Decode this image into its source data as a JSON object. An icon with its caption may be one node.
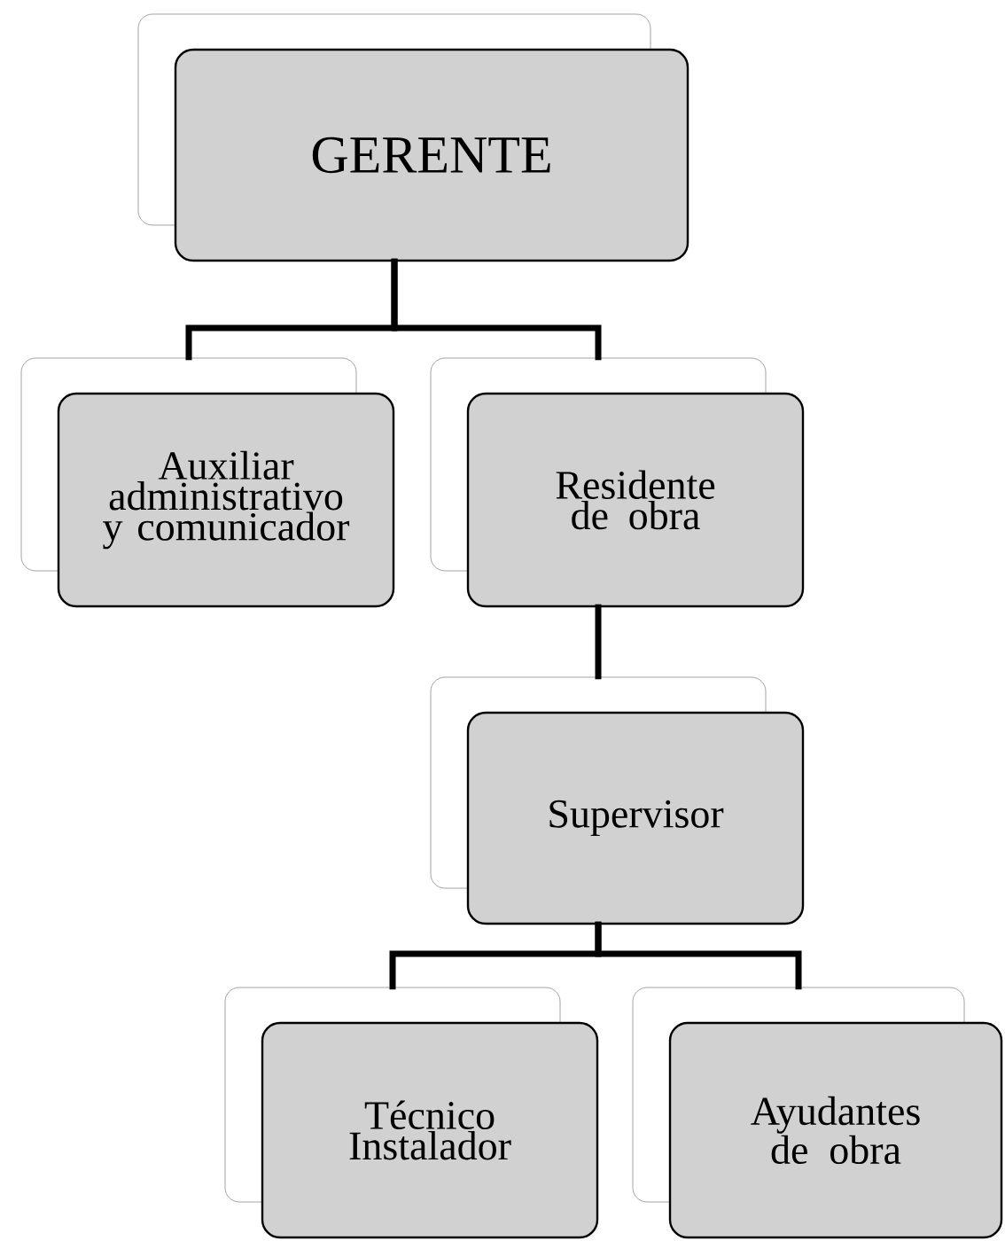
{
  "diagram": {
    "nodes": [
      {
        "text": [
          "GERENTE"
        ]
      },
      {
        "text": [
          "Auxiliar administrativo y comunicador"
        ]
      },
      {
        "text": [
          "Residente de obra"
        ]
      },
      {
        "text": [
          "Supervisor"
        ]
      },
      {
        "text": [
          "Técnico Instalador"
        ]
      },
      {
        "text": [
          "Ayudantes de obra"
        ]
      }
    ],
    "edges": [
      {
        "from": 0,
        "to": 1,
        "arrow": "none"
      },
      {
        "from": 0,
        "to": 2,
        "arrow": "none"
      },
      {
        "from": 2,
        "to": 3,
        "arrow": "none"
      },
      {
        "from": 3,
        "to": 4,
        "arrow": "none"
      },
      {
        "from": 3,
        "to": 5,
        "arrow": "none"
      }
    ]
  }
}
